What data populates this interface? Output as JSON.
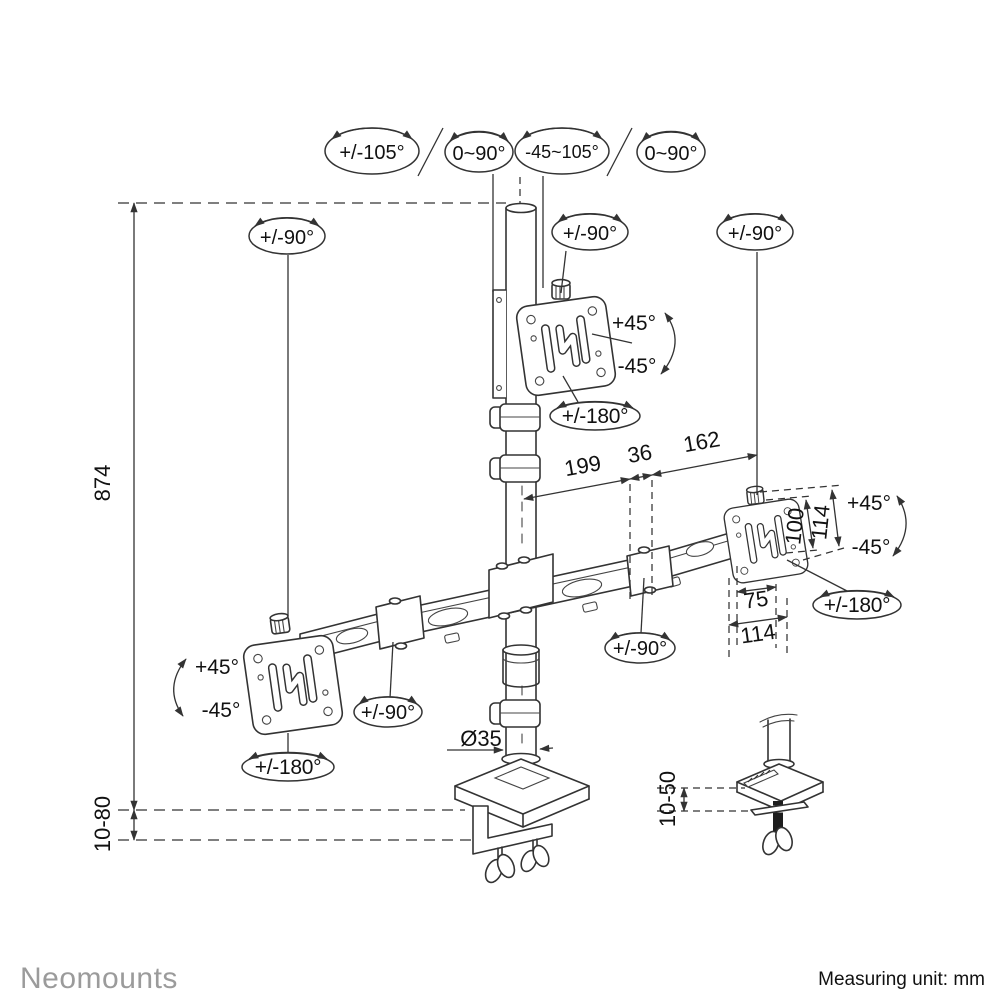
{
  "angles": {
    "top_row": [
      {
        "label": "+/-105°"
      },
      {
        "label": "0~90°"
      },
      {
        "label": "-45~105°"
      },
      {
        "label": "0~90°"
      }
    ],
    "swivel": "+/-90°",
    "tilt_up": "+45°",
    "tilt_down": "-45°",
    "rotate": "+/-180°"
  },
  "dimensions": {
    "pole_height": "874",
    "desk_clamp_range": "10-80",
    "grommet_clamp_range": "10-50",
    "arm_left_segment": "199",
    "arm_mid_segment": "36",
    "arm_right_segment": "162",
    "vesa_slot_height": "100",
    "plate_height": "114",
    "vesa_slot_width": "75",
    "plate_width": "114",
    "pole_diameter": "Ø35"
  },
  "footer": {
    "brand": "Neomounts",
    "unit_note": "Measuring unit: mm"
  }
}
